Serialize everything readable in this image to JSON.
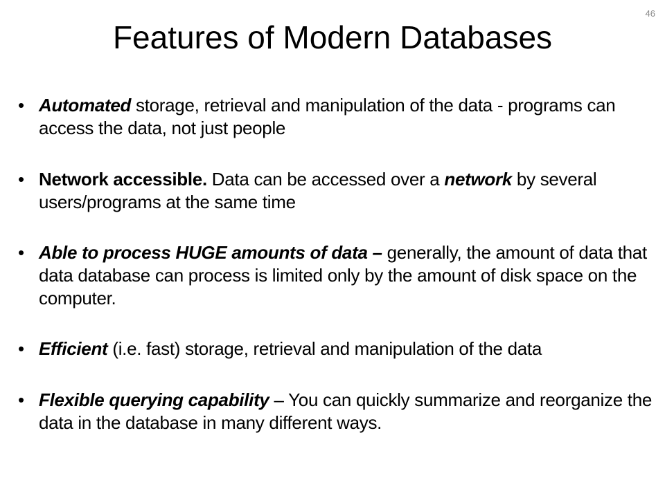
{
  "slide_number": "46",
  "title": "Features of Modern Databases",
  "bullet_char": "•",
  "bullets": [
    {
      "lead": "Automated",
      "text": " storage, retrieval and manipulation of the data - programs can access the data, not just people"
    },
    {
      "lead": "Network accessible.",
      "text_a": " Data can be accessed over a ",
      "emph": "network",
      "text_b": " by several users/programs at the same time"
    },
    {
      "lead": "Able to process HUGE amounts of data –",
      "text": " generally, the amount of data that data database can process is limited only by the amount of disk space on the computer."
    },
    {
      "lead": "Efficient",
      "text": " (i.e. fast) storage, retrieval and manipulation of the data"
    },
    {
      "lead": "Flexible querying capability",
      "text": " – You can quickly summarize and reorganize the data in the database in many different ways."
    }
  ]
}
